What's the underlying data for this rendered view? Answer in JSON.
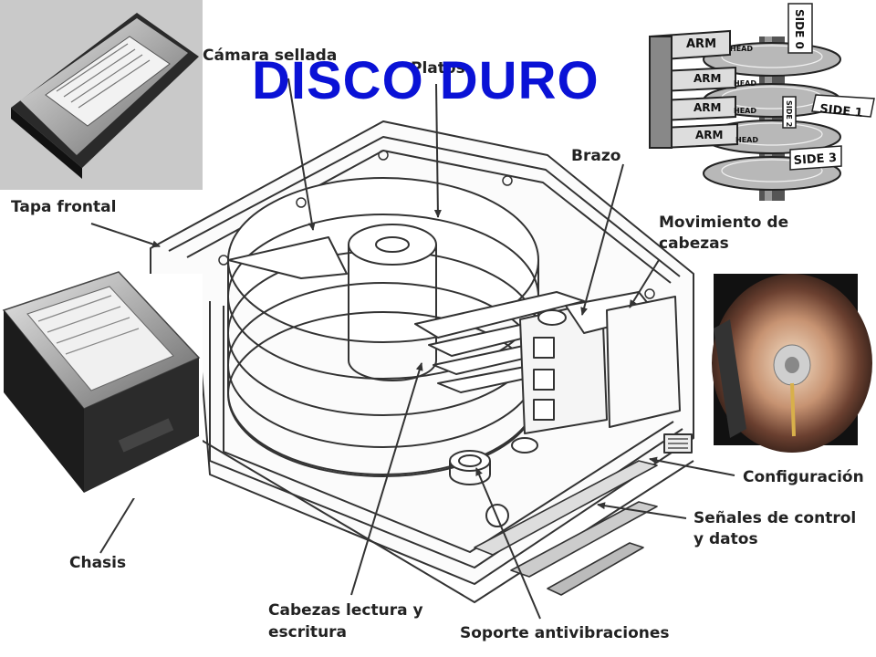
{
  "title": "DISCO DURO",
  "labels": {
    "camara_sellada": "Cámara sellada",
    "platos": "Platos",
    "brazo": "Brazo",
    "tapa_frontal": "Tapa frontal",
    "movimiento_1": "Movimiento de",
    "movimiento_2": "cabezas",
    "configuracion": "Configuración",
    "senales_1": "Señales de control",
    "senales_2": "y datos",
    "chasis": "Chasis",
    "cabezas_1": "Cabezas lectura y",
    "cabezas_2": "escritura",
    "soporte": "Soporte antivibraciones"
  },
  "stack_illustration": {
    "arm_labels": [
      "ARM",
      "ARM",
      "ARM",
      "ARM"
    ],
    "head_labels": [
      "HEAD",
      "HEAD",
      "HEAD",
      "HEAD"
    ],
    "side_labels": [
      "SIDE 0",
      "SIDE 1",
      "SIDE 2",
      "SIDE 3"
    ]
  },
  "colors": {
    "title": "#0a12d6",
    "text": "#222222",
    "line": "#333333"
  }
}
